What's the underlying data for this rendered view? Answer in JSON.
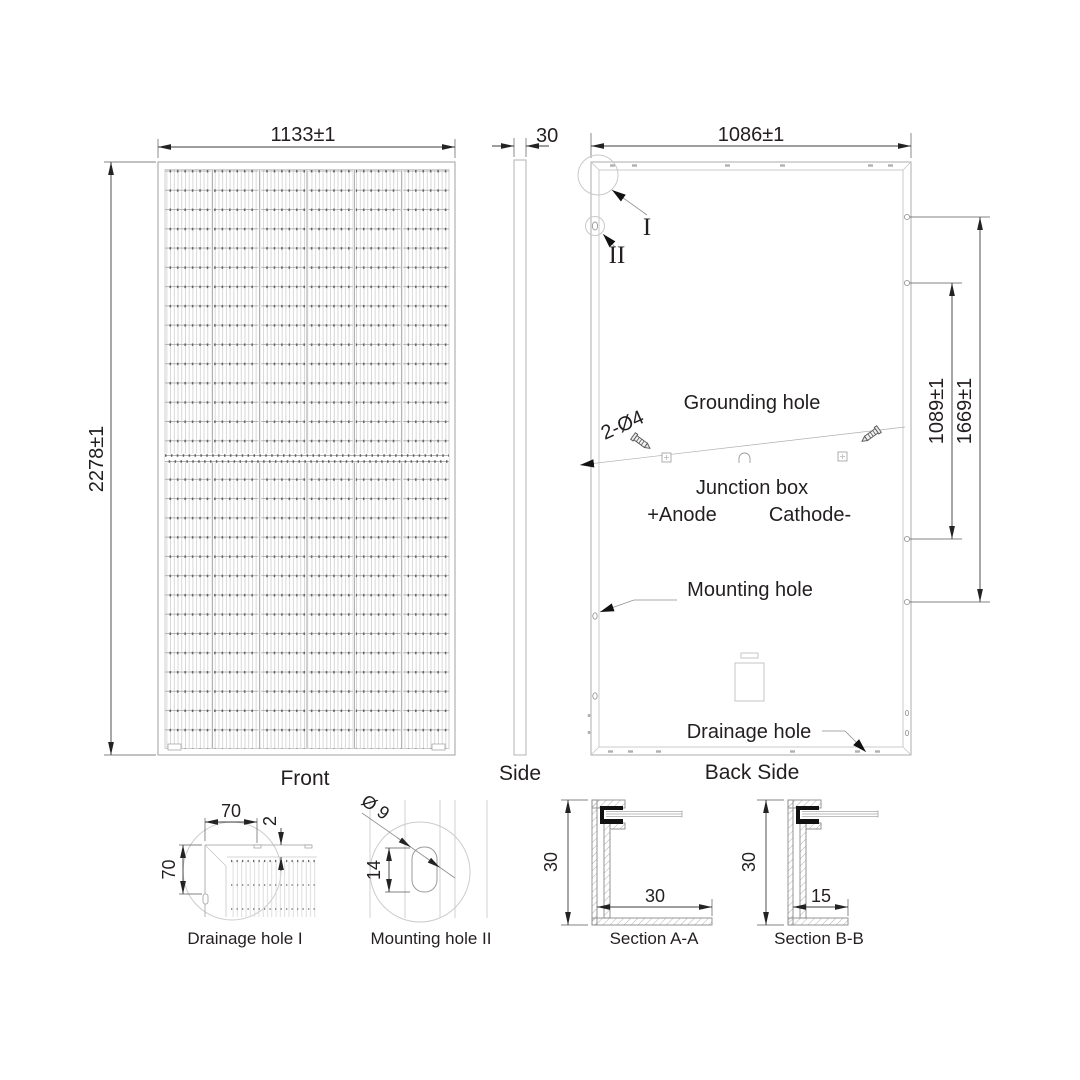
{
  "views": {
    "front": {
      "label": "Front",
      "width_dim": "1133±1",
      "height_dim": "2278±1"
    },
    "side": {
      "label": "Side",
      "width_dim": "30"
    },
    "back": {
      "label": "Back Side",
      "width_dim": "1086±1",
      "mount_span_dim": "1089±1",
      "outer_span_dim": "1669±1",
      "grounding_hole_label": "Grounding hole",
      "grounding_hole_spec": "2-Ø4",
      "junction_box_label": "Junction box",
      "anode_label": "+Anode",
      "cathode_label": "Cathode-",
      "mounting_hole_label": "Mounting hole",
      "drainage_hole_label": "Drainage hole",
      "detail_marker_1": "I",
      "detail_marker_2": "II"
    }
  },
  "details": {
    "drainage": {
      "label": "Drainage hole I",
      "width_dim": "70",
      "height_dim": "70",
      "gap_dim": "2"
    },
    "mounting": {
      "label": "Mounting hole II",
      "diameter_dim": "Ø 9",
      "length_dim": "14"
    }
  },
  "sections": {
    "a": {
      "label": "Section A-A",
      "height_dim": "30",
      "flange_dim": "30"
    },
    "b": {
      "label": "Section B-B",
      "height_dim": "30",
      "flange_dim": "15"
    }
  },
  "colors": {
    "line": "#231f20",
    "light_line": "#b3b3b3",
    "hatch": "#a8a8a8",
    "seal": "#111111"
  }
}
